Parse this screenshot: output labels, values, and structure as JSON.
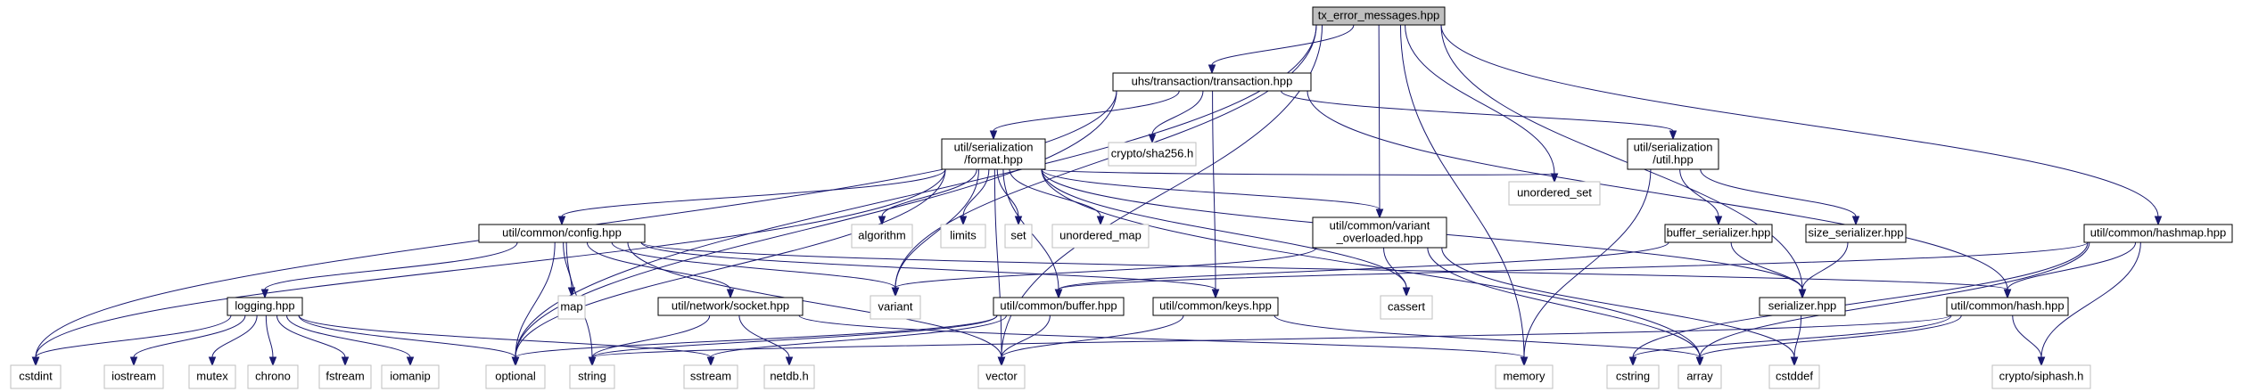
{
  "diagram": {
    "nodes": [
      {
        "id": "tx_error",
        "label": [
          "tx_error_messages.hpp"
        ],
        "kind": "main"
      },
      {
        "id": "transaction",
        "label": [
          "uhs/transaction/transaction.hpp"
        ],
        "kind": "local"
      },
      {
        "id": "format",
        "label": [
          "util/serialization",
          "/format.hpp"
        ],
        "kind": "local"
      },
      {
        "id": "sha256",
        "label": [
          "crypto/sha256.h"
        ],
        "kind": "external"
      },
      {
        "id": "ser_util",
        "label": [
          "util/serialization",
          "/util.hpp"
        ],
        "kind": "local"
      },
      {
        "id": "hashmap",
        "label": [
          "util/common/hashmap.hpp"
        ],
        "kind": "local"
      },
      {
        "id": "config",
        "label": [
          "util/common/config.hpp"
        ],
        "kind": "local"
      },
      {
        "id": "algorithm",
        "label": [
          "algorithm"
        ],
        "kind": "external"
      },
      {
        "id": "limits",
        "label": [
          "limits"
        ],
        "kind": "external"
      },
      {
        "id": "set",
        "label": [
          "set"
        ],
        "kind": "external"
      },
      {
        "id": "unordered_map",
        "label": [
          "unordered_map"
        ],
        "kind": "external"
      },
      {
        "id": "variant_overloaded",
        "label": [
          "util/common/variant",
          "_overloaded.hpp"
        ],
        "kind": "local"
      },
      {
        "id": "unordered_set",
        "label": [
          "unordered_set"
        ],
        "kind": "external"
      },
      {
        "id": "buffer_serializer",
        "label": [
          "buffer_serializer.hpp"
        ],
        "kind": "local"
      },
      {
        "id": "size_serializer",
        "label": [
          "size_serializer.hpp"
        ],
        "kind": "local"
      },
      {
        "id": "logging",
        "label": [
          "logging.hpp"
        ],
        "kind": "local"
      },
      {
        "id": "map",
        "label": [
          "map"
        ],
        "kind": "external"
      },
      {
        "id": "socket",
        "label": [
          "util/network/socket.hpp"
        ],
        "kind": "local"
      },
      {
        "id": "variant",
        "label": [
          "variant"
        ],
        "kind": "external"
      },
      {
        "id": "buffer",
        "label": [
          "util/common/buffer.hpp"
        ],
        "kind": "local"
      },
      {
        "id": "keys",
        "label": [
          "util/common/keys.hpp"
        ],
        "kind": "local"
      },
      {
        "id": "cassert",
        "label": [
          "cassert"
        ],
        "kind": "external"
      },
      {
        "id": "serializer",
        "label": [
          "serializer.hpp"
        ],
        "kind": "local"
      },
      {
        "id": "hash",
        "label": [
          "util/common/hash.hpp"
        ],
        "kind": "local"
      },
      {
        "id": "cstdint",
        "label": [
          "cstdint"
        ],
        "kind": "external"
      },
      {
        "id": "iostream",
        "label": [
          "iostream"
        ],
        "kind": "external"
      },
      {
        "id": "mutex",
        "label": [
          "mutex"
        ],
        "kind": "external"
      },
      {
        "id": "chrono",
        "label": [
          "chrono"
        ],
        "kind": "external"
      },
      {
        "id": "fstream",
        "label": [
          "fstream"
        ],
        "kind": "external"
      },
      {
        "id": "iomanip",
        "label": [
          "iomanip"
        ],
        "kind": "external"
      },
      {
        "id": "optional",
        "label": [
          "optional"
        ],
        "kind": "external"
      },
      {
        "id": "string",
        "label": [
          "string"
        ],
        "kind": "external"
      },
      {
        "id": "sstream",
        "label": [
          "sstream"
        ],
        "kind": "external"
      },
      {
        "id": "netdb",
        "label": [
          "netdb.h"
        ],
        "kind": "external"
      },
      {
        "id": "vector",
        "label": [
          "vector"
        ],
        "kind": "external"
      },
      {
        "id": "memory",
        "label": [
          "memory"
        ],
        "kind": "external"
      },
      {
        "id": "cstring",
        "label": [
          "cstring"
        ],
        "kind": "external"
      },
      {
        "id": "array",
        "label": [
          "array"
        ],
        "kind": "external"
      },
      {
        "id": "cstddef",
        "label": [
          "cstddef"
        ],
        "kind": "external"
      },
      {
        "id": "siphash",
        "label": [
          "crypto/siphash.h"
        ],
        "kind": "external"
      }
    ],
    "edges": [
      [
        "tx_error",
        "transaction"
      ],
      [
        "tx_error",
        "variant_overloaded"
      ],
      [
        "tx_error",
        "unordered_set"
      ],
      [
        "tx_error",
        "hashmap"
      ],
      [
        "tx_error",
        "serializer"
      ],
      [
        "tx_error",
        "memory"
      ],
      [
        "tx_error",
        "variant"
      ],
      [
        "tx_error",
        "optional"
      ],
      [
        "tx_error",
        "vector"
      ],
      [
        "transaction",
        "format"
      ],
      [
        "transaction",
        "sha256"
      ],
      [
        "transaction",
        "ser_util"
      ],
      [
        "transaction",
        "keys"
      ],
      [
        "transaction",
        "hash"
      ],
      [
        "transaction",
        "cstdint"
      ],
      [
        "transaction",
        "optional"
      ],
      [
        "format",
        "config"
      ],
      [
        "format",
        "algorithm"
      ],
      [
        "format",
        "limits"
      ],
      [
        "format",
        "set"
      ],
      [
        "format",
        "unordered_map"
      ],
      [
        "format",
        "variant_overloaded"
      ],
      [
        "format",
        "unordered_set"
      ],
      [
        "format",
        "variant"
      ],
      [
        "format",
        "buffer"
      ],
      [
        "format",
        "cassert"
      ],
      [
        "format",
        "serializer"
      ],
      [
        "format",
        "cstdint"
      ],
      [
        "format",
        "optional"
      ],
      [
        "format",
        "vector"
      ],
      [
        "format",
        "array"
      ],
      [
        "ser_util",
        "buffer_serializer"
      ],
      [
        "ser_util",
        "size_serializer"
      ],
      [
        "ser_util",
        "memory"
      ],
      [
        "hashmap",
        "buffer"
      ],
      [
        "hashmap",
        "hash"
      ],
      [
        "hashmap",
        "cstring"
      ],
      [
        "hashmap",
        "array"
      ],
      [
        "hashmap",
        "siphash"
      ],
      [
        "config",
        "logging"
      ],
      [
        "config",
        "map"
      ],
      [
        "config",
        "socket"
      ],
      [
        "config",
        "variant"
      ],
      [
        "config",
        "keys"
      ],
      [
        "config",
        "hash"
      ],
      [
        "config",
        "optional"
      ],
      [
        "config",
        "string"
      ],
      [
        "config",
        "vector"
      ],
      [
        "variant_overloaded",
        "variant"
      ],
      [
        "variant_overloaded",
        "cassert"
      ],
      [
        "variant_overloaded",
        "array"
      ],
      [
        "variant_overloaded",
        "cstddef"
      ],
      [
        "buffer_serializer",
        "buffer"
      ],
      [
        "buffer_serializer",
        "serializer"
      ],
      [
        "size_serializer",
        "serializer"
      ],
      [
        "logging",
        "cstdint"
      ],
      [
        "logging",
        "iostream"
      ],
      [
        "logging",
        "mutex"
      ],
      [
        "logging",
        "chrono"
      ],
      [
        "logging",
        "fstream"
      ],
      [
        "logging",
        "iomanip"
      ],
      [
        "logging",
        "optional"
      ],
      [
        "logging",
        "sstream"
      ],
      [
        "socket",
        "string"
      ],
      [
        "socket",
        "netdb"
      ],
      [
        "socket",
        "memory"
      ],
      [
        "buffer",
        "optional"
      ],
      [
        "buffer",
        "string"
      ],
      [
        "buffer",
        "sstream"
      ],
      [
        "buffer",
        "vector"
      ],
      [
        "keys",
        "vector"
      ],
      [
        "keys",
        "array"
      ],
      [
        "serializer",
        "cstddef"
      ],
      [
        "hash",
        "cstring"
      ],
      [
        "hash",
        "array"
      ],
      [
        "hash",
        "siphash"
      ],
      [
        "hash",
        "string"
      ]
    ]
  }
}
